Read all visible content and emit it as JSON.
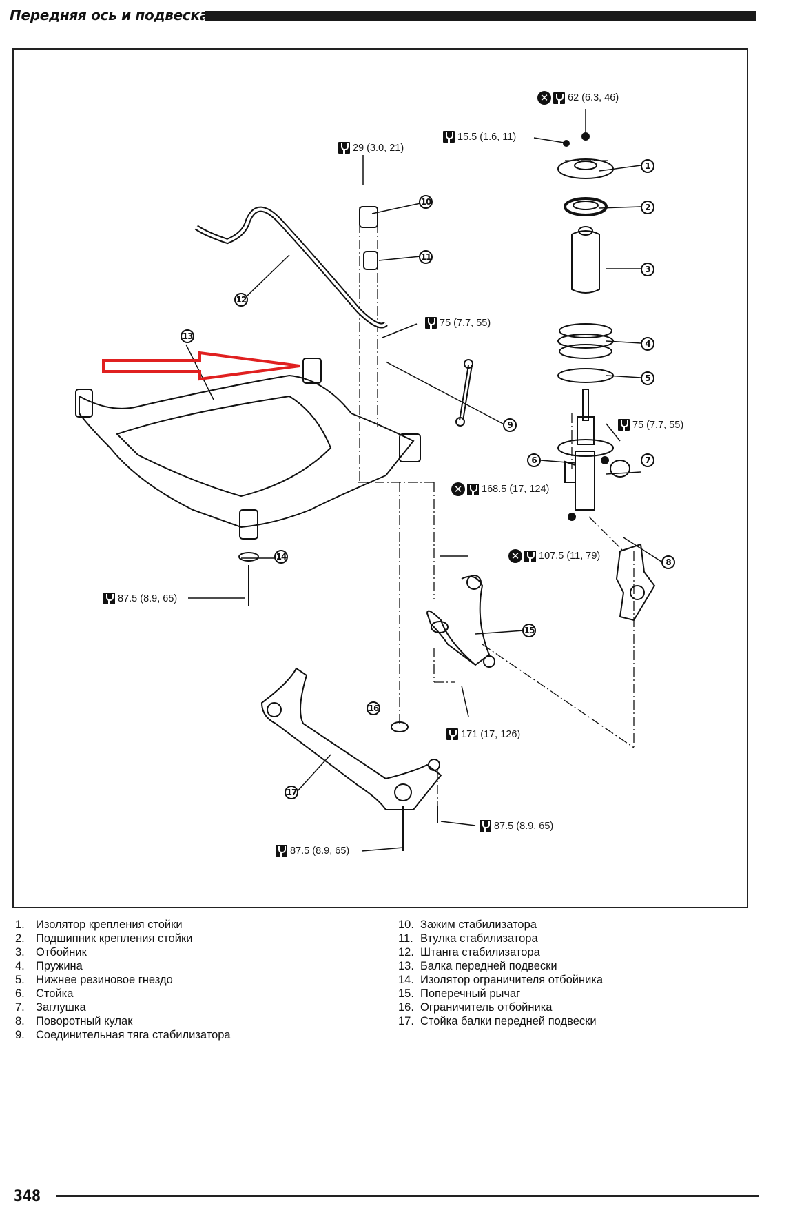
{
  "header": {
    "title": "Передняя ось и подвеска"
  },
  "diagram": {
    "callouts": [
      "1",
      "2",
      "3",
      "4",
      "5",
      "6",
      "7",
      "8",
      "9",
      "10",
      "11",
      "12",
      "13",
      "14",
      "15",
      "16",
      "17"
    ],
    "torques": [
      {
        "id": "t62",
        "text": "62 (6.3, 46)",
        "replace": true
      },
      {
        "id": "t15",
        "text": "15.5 (1.6, 11)",
        "replace": false
      },
      {
        "id": "t29",
        "text": "29 (3.0, 21)",
        "replace": false
      },
      {
        "id": "t75a",
        "text": "75 (7.7, 55)",
        "replace": false
      },
      {
        "id": "t75b",
        "text": "75 (7.7, 55)",
        "replace": false
      },
      {
        "id": "t168",
        "text": "168.5 (17, 124)",
        "replace": true
      },
      {
        "id": "t107",
        "text": "107.5 (11, 79)",
        "replace": true
      },
      {
        "id": "t87a",
        "text": "87.5 (8.9, 65)",
        "replace": false
      },
      {
        "id": "t171",
        "text": "171 (17, 126)",
        "replace": false
      },
      {
        "id": "t87b",
        "text": "87.5 (8.9, 65)",
        "replace": false
      },
      {
        "id": "t87c",
        "text": "87.5 (8.9, 65)",
        "replace": false
      }
    ],
    "replace_symbol": "✕",
    "highlight_color": "#e02020"
  },
  "legend": {
    "left": [
      {
        "num": "1.",
        "text": "Изолятор крепления стойки"
      },
      {
        "num": "2.",
        "text": "Подшипник крепления стойки"
      },
      {
        "num": "3.",
        "text": "Отбойник"
      },
      {
        "num": "4.",
        "text": "Пружина"
      },
      {
        "num": "5.",
        "text": "Нижнее резиновое гнездо"
      },
      {
        "num": "6.",
        "text": "Стойка"
      },
      {
        "num": "7.",
        "text": "Заглушка"
      },
      {
        "num": "8.",
        "text": "Поворотный кулак"
      },
      {
        "num": "9.",
        "text": "Соединительная тяга стабилизатора"
      }
    ],
    "right": [
      {
        "num": "10.",
        "text": "Зажим стабилизатора"
      },
      {
        "num": "11.",
        "text": "Втулка стабилизатора"
      },
      {
        "num": "12.",
        "text": "Штанга стабилизатора"
      },
      {
        "num": "13.",
        "text": "Балка передней подвески"
      },
      {
        "num": "14.",
        "text": "Изолятор ограничителя отбойника"
      },
      {
        "num": "15.",
        "text": "Поперечный рычаг"
      },
      {
        "num": "16.",
        "text": "Ограничитель отбойника"
      },
      {
        "num": "17.",
        "text": "Стойка балки передней подвески"
      }
    ]
  },
  "footer": {
    "page_number": "348"
  }
}
